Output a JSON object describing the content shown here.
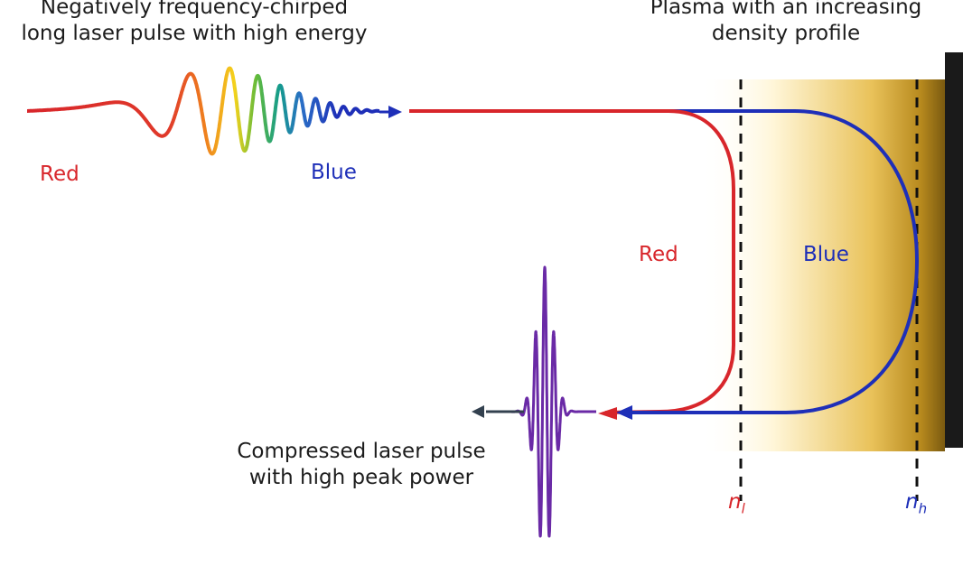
{
  "labels": {
    "input_pulse_line1": "Negatively frequency-chirped",
    "input_pulse_line2": "long laser pulse with high energy",
    "plasma_line1": "Plasma with an increasing",
    "plasma_line2": "density profile",
    "red_input": "Red",
    "blue_input": "Blue",
    "red_reflect": "Red",
    "blue_reflect": "Blue",
    "output_line1": "Compressed laser pulse",
    "output_line2": "with high peak power",
    "n_low_base": "n",
    "n_low_sub": "l",
    "n_high_base": "n",
    "n_high_sub": "h"
  },
  "colors": {
    "red": "#d8262b",
    "blue": "#1e2fb8",
    "compressed_pulse": "#6a2aa6",
    "plasma_light": "#fff6d8",
    "plasma_mid": "#e9c25a",
    "plasma_dark": "#7a5a10",
    "target": "#1a1a1a"
  }
}
